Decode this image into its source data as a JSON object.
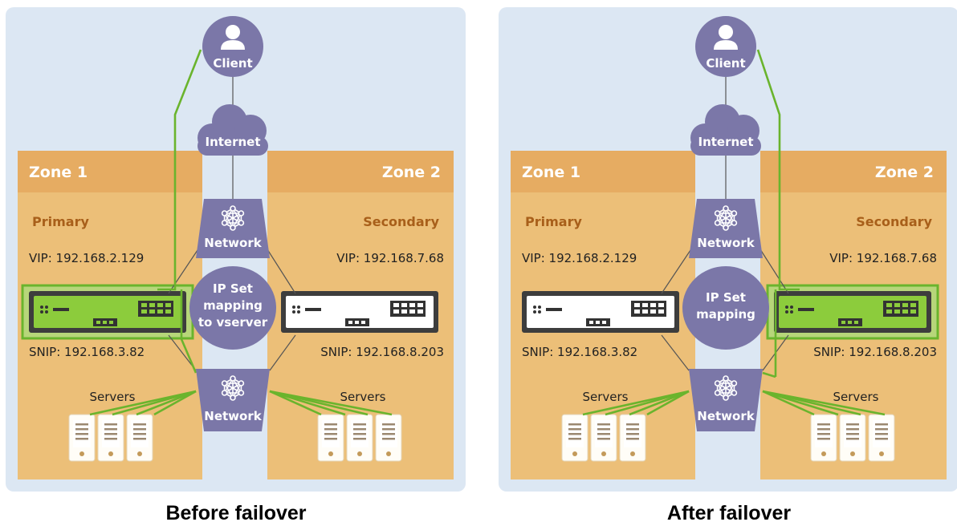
{
  "panels": [
    {
      "caption": "Before failover",
      "client": "Client",
      "internet": "Internet",
      "network_top": "Network",
      "network_bottom": "Network",
      "ipset": [
        "IP Set",
        "mapping",
        "to vserver"
      ],
      "zone1": {
        "title": "Zone 1",
        "role": "Primary",
        "vip": "VIP: 192.168.2.129",
        "snip": "SNIP: 192.168.3.82",
        "servers": "Servers",
        "active": true
      },
      "zone2": {
        "title": "Zone 2",
        "role": "Secondary",
        "vip": "VIP: 192.168.7.68",
        "snip": "SNIP: 192.168.8.203",
        "servers": "Servers",
        "active": false
      }
    },
    {
      "caption": "After failover",
      "client": "Client",
      "internet": "Internet",
      "network_top": "Network",
      "network_bottom": "Network",
      "ipset": [
        "IP Set",
        "mapping"
      ],
      "zone1": {
        "title": "Zone 1",
        "role": "Primary",
        "vip": "VIP: 192.168.2.129",
        "snip": "SNIP: 192.168.3.82",
        "servers": "Servers",
        "active": false
      },
      "zone2": {
        "title": "Zone 2",
        "role": "Secondary",
        "vip": "VIP: 192.168.7.68",
        "snip": "SNIP: 192.168.8.203",
        "servers": "Servers",
        "active": true
      }
    }
  ],
  "colors": {
    "panel_bg": "#dce7f3",
    "zone_fill": "#ecbf78",
    "zone_header": "#e6ac62",
    "node_purple": "#7b77a8",
    "active_green": "#6ab42d",
    "inactive_line": "#555555"
  },
  "icons": [
    "user-icon",
    "cloud-icon",
    "network-icon",
    "appliance-icon",
    "server-icon"
  ]
}
